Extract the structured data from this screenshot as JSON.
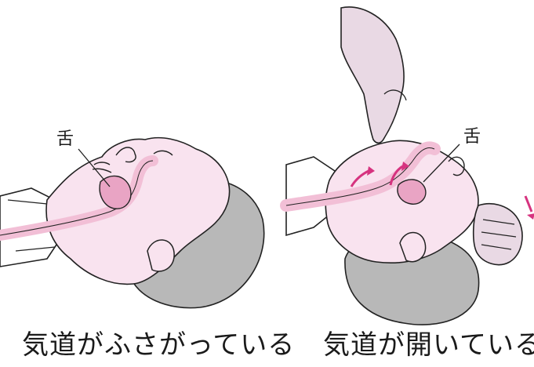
{
  "panels": {
    "blocked": {
      "tongue_label": "舌",
      "caption": "気道がふさがっている"
    },
    "open": {
      "tongue_label": "舌",
      "caption": "気道が開いている"
    }
  },
  "colors": {
    "skin": "#f9e3ef",
    "airway": "#f2bfd6",
    "hair": "#b8b8b8",
    "arrow": "#d6337f",
    "outline": "#222222"
  }
}
